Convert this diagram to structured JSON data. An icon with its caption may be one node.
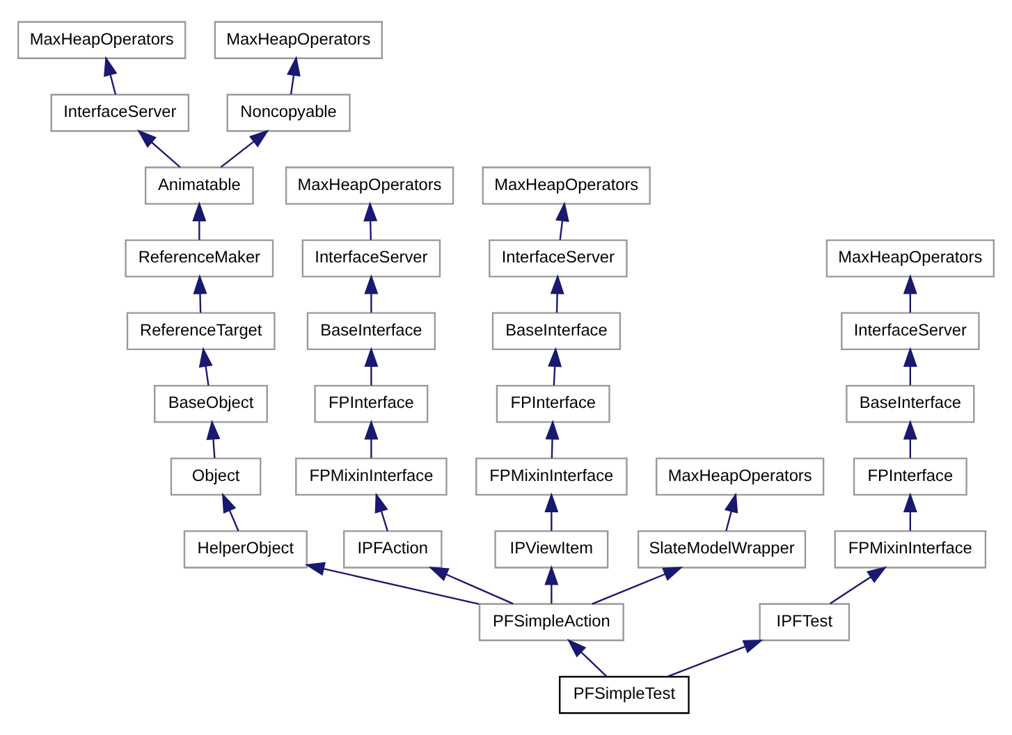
{
  "diagram": {
    "nodes": [
      {
        "text": [
          "MaxHeapOperators"
        ]
      },
      {
        "text": [
          "MaxHeapOperators"
        ]
      },
      {
        "text": [
          "InterfaceServer"
        ]
      },
      {
        "text": [
          "Noncopyable"
        ]
      },
      {
        "text": [
          "Animatable"
        ]
      },
      {
        "text": [
          "MaxHeapOperators"
        ]
      },
      {
        "text": [
          "MaxHeapOperators"
        ]
      },
      {
        "text": [
          "ReferenceMaker"
        ]
      },
      {
        "text": [
          "InterfaceServer"
        ]
      },
      {
        "text": [
          "InterfaceServer"
        ]
      },
      {
        "text": [
          "MaxHeapOperators"
        ]
      },
      {
        "text": [
          "ReferenceTarget"
        ]
      },
      {
        "text": [
          "BaseInterface"
        ]
      },
      {
        "text": [
          "BaseInterface"
        ]
      },
      {
        "text": [
          "InterfaceServer"
        ]
      },
      {
        "text": [
          "BaseObject"
        ]
      },
      {
        "text": [
          "FPInterface"
        ]
      },
      {
        "text": [
          "FPInterface"
        ]
      },
      {
        "text": [
          "BaseInterface"
        ]
      },
      {
        "text": [
          "Object"
        ]
      },
      {
        "text": [
          "FPMixinInterface"
        ]
      },
      {
        "text": [
          "FPMixinInterface"
        ]
      },
      {
        "text": [
          "MaxHeapOperators"
        ]
      },
      {
        "text": [
          "FPInterface"
        ]
      },
      {
        "text": [
          "HelperObject"
        ]
      },
      {
        "text": [
          "IPFAction"
        ]
      },
      {
        "text": [
          "IPViewItem"
        ]
      },
      {
        "text": [
          "SlateModelWrapper"
        ]
      },
      {
        "text": [
          "FPMixinInterface"
        ]
      },
      {
        "text": [
          "PFSimpleAction"
        ]
      },
      {
        "text": [
          "IPFTest"
        ]
      },
      {
        "text": [
          "PFSimpleTest"
        ]
      }
    ],
    "edges": [
      {
        "from": 2,
        "to": 0,
        "arrow": "to"
      },
      {
        "from": 3,
        "to": 1,
        "arrow": "to"
      },
      {
        "from": 4,
        "to": 2,
        "arrow": "to"
      },
      {
        "from": 4,
        "to": 3,
        "arrow": "to"
      },
      {
        "from": 7,
        "to": 4,
        "arrow": "to"
      },
      {
        "from": 8,
        "to": 5,
        "arrow": "to"
      },
      {
        "from": 9,
        "to": 6,
        "arrow": "to"
      },
      {
        "from": 11,
        "to": 7,
        "arrow": "to"
      },
      {
        "from": 12,
        "to": 8,
        "arrow": "to"
      },
      {
        "from": 13,
        "to": 9,
        "arrow": "to"
      },
      {
        "from": 14,
        "to": 10,
        "arrow": "to"
      },
      {
        "from": 15,
        "to": 11,
        "arrow": "to"
      },
      {
        "from": 16,
        "to": 12,
        "arrow": "to"
      },
      {
        "from": 17,
        "to": 13,
        "arrow": "to"
      },
      {
        "from": 18,
        "to": 14,
        "arrow": "to"
      },
      {
        "from": 19,
        "to": 15,
        "arrow": "to"
      },
      {
        "from": 20,
        "to": 16,
        "arrow": "to"
      },
      {
        "from": 21,
        "to": 17,
        "arrow": "to"
      },
      {
        "from": 23,
        "to": 18,
        "arrow": "to"
      },
      {
        "from": 24,
        "to": 19,
        "arrow": "to"
      },
      {
        "from": 25,
        "to": 20,
        "arrow": "to"
      },
      {
        "from": 26,
        "to": 21,
        "arrow": "to"
      },
      {
        "from": 27,
        "to": 22,
        "arrow": "to"
      },
      {
        "from": 28,
        "to": 23,
        "arrow": "to"
      },
      {
        "from": 29,
        "to": 24,
        "arrow": "to"
      },
      {
        "from": 29,
        "to": 25,
        "arrow": "to"
      },
      {
        "from": 29,
        "to": 26,
        "arrow": "to"
      },
      {
        "from": 29,
        "to": 27,
        "arrow": "to"
      },
      {
        "from": 30,
        "to": 28,
        "arrow": "to"
      },
      {
        "from": 31,
        "to": 29,
        "arrow": "to"
      },
      {
        "from": 31,
        "to": 30,
        "arrow": "to"
      }
    ]
  }
}
